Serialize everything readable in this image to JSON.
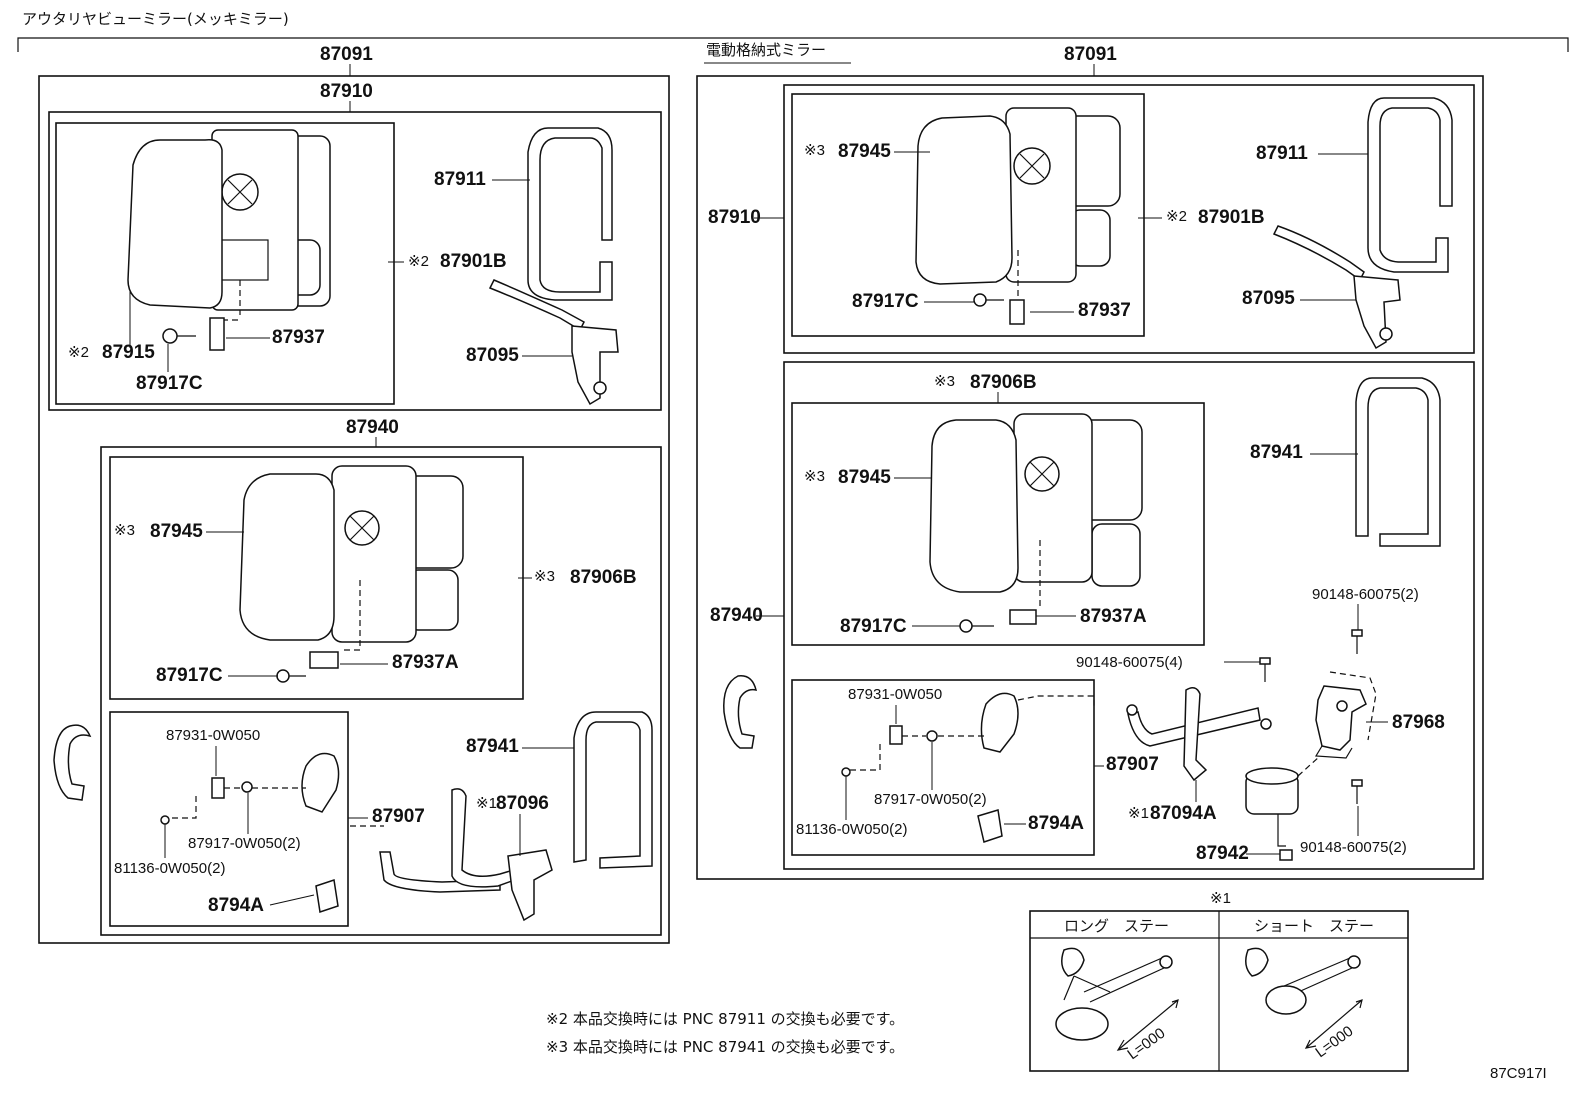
{
  "title": "アウタリヤビューミラー(メッキミラー)",
  "electric_label": "電動格納式ミラー",
  "figure_code": "87C917I",
  "left": {
    "assy": "87091",
    "upper_assy": "87910",
    "lower_assy": "87940",
    "parts": {
      "mirror_1": "87901B",
      "mirror_1_mark": "※2",
      "frame_1": "87911",
      "glass_1": "87915",
      "glass_1_mark": "※2",
      "screw_1": "87917C",
      "bracket_1": "87937",
      "stay_1": "87095",
      "glass_2": "87945",
      "glass_2_mark": "※3",
      "mirror_2": "87906B",
      "mirror_2_mark": "※3",
      "screw_2": "87917C",
      "bracket_2": "87937A",
      "frame_2": "87941",
      "stay_2": "87096",
      "stay_2_mark": "※1",
      "sub_assy": "87907",
      "sub_bracket": "87931-0W050",
      "sub_nut": "87917-0W050(2)",
      "sub_screw": "81136-0W050(2)",
      "clip": "8794A"
    }
  },
  "right": {
    "assy": "87091",
    "upper_assy": "87910",
    "lower_assy": "87940",
    "parts": {
      "glass_1": "87945",
      "glass_1_mark": "※3",
      "mirror_1": "87901B",
      "mirror_1_mark": "※2",
      "screw_1": "87917C",
      "bracket_1": "87937",
      "frame_1": "87911",
      "stay_1": "87095",
      "mirror_2": "87906B",
      "mirror_2_mark": "※3",
      "glass_2": "87945",
      "glass_2_mark": "※3",
      "screw_2": "87917C",
      "bracket_2": "87937A",
      "frame_2": "87941",
      "bolt_a": "90148-60075(2)",
      "bolt_b": "90148-60075(4)",
      "bolt_c": "90148-60075(2)",
      "actuator": "87968",
      "motor": "87942",
      "stay_2": "87094A",
      "stay_2_mark": "※1",
      "sub_assy": "87907",
      "sub_bracket": "87931-0W050",
      "sub_nut": "87917-0W050(2)",
      "sub_screw": "81136-0W050(2)",
      "clip": "8794A"
    }
  },
  "legend": {
    "mark": "※1",
    "long_stay": "ロング　ステー",
    "short_stay": "ショート　ステー",
    "length_label": "L=000"
  },
  "notes": [
    "※2 本品交換時には PNC 87911 の交換も必要です。",
    "※3 本品交換時には PNC 87941 の交換も必要です。"
  ]
}
